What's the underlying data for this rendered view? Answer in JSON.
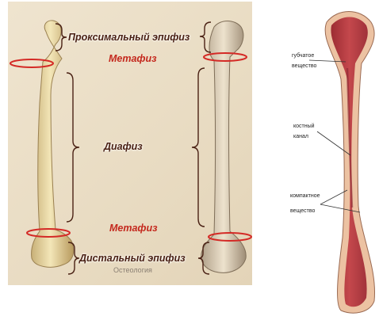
{
  "left_panel": {
    "labels": {
      "proximal_epiphysis": "Проксимальный эпифиз",
      "metaphysis_top": "Метафиз",
      "diaphysis": "Диафиз",
      "metaphysis_bottom": "Метафиз",
      "distal_epiphysis": "Дистальный эпифиз"
    },
    "credit": "Остеология"
  },
  "right_panel": {
    "labels": {
      "spongy_line1": "губчатое",
      "spongy_line2": "вещество",
      "canal_line1": "костный",
      "canal_line2": "канал",
      "compact_line1": "компактное",
      "compact_line2": "вещество"
    }
  },
  "colors": {
    "highlight_ring": "#d42a26",
    "bracket": "#4a2114",
    "marrow": "#b83a3f",
    "cortex": "#ecc2a2"
  }
}
